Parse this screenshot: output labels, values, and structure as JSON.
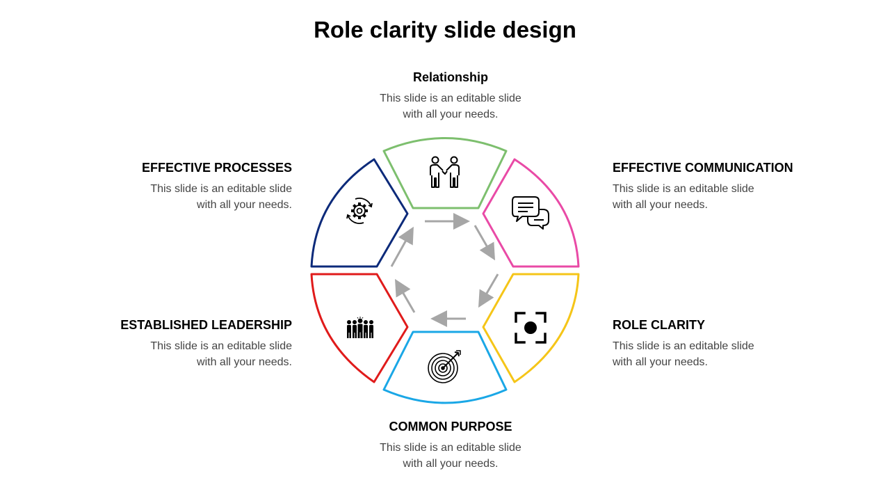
{
  "title": "Role clarity slide design",
  "segments": [
    {
      "heading": "Relationship",
      "text_line1": "This slide is an editable slide",
      "text_line2": "with all your needs.",
      "color": "#7dbf6e",
      "icon": "handshake-people-icon"
    },
    {
      "heading": "EFFECTIVE COMMUNICATION",
      "text_line1": "This slide is an editable slide",
      "text_line2": "with all your needs.",
      "color": "#e94aa6",
      "icon": "chat-bubbles-icon"
    },
    {
      "heading": "ROLE CLARITY",
      "text_line1": "This slide is an editable slide",
      "text_line2": "with all your needs.",
      "color": "#f5c518",
      "icon": "focus-target-icon"
    },
    {
      "heading": "COMMON PURPOSE",
      "text_line1": "This slide is an editable slide",
      "text_line2": "with all your needs.",
      "color": "#1aa7e6",
      "icon": "bullseye-arrow-icon"
    },
    {
      "heading": "ESTABLISHED LEADERSHIP",
      "text_line1": "This slide is an editable slide",
      "text_line2": "with all your needs.",
      "color": "#e01b1b",
      "icon": "team-leader-icon"
    },
    {
      "heading": "EFFECTIVE PROCESSES",
      "text_line1": "This slide is an editable slide",
      "text_line2": "with all your needs.",
      "color": "#0c2a7a",
      "icon": "gear-cycle-icon"
    }
  ],
  "arrow_color": "#a6a6a6"
}
